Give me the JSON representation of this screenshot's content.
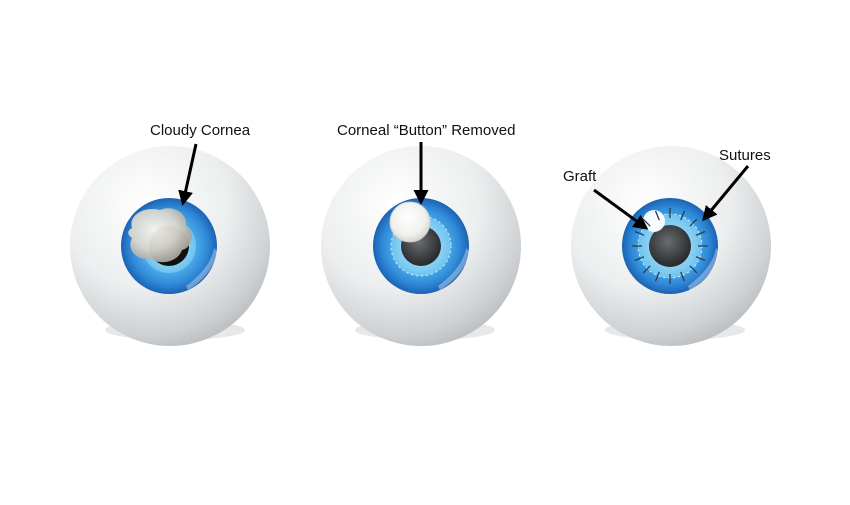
{
  "labels": {
    "cloudy_cornea": "Cloudy Cornea",
    "button_removed": "Corneal “Button” Removed",
    "graft": "Graft",
    "sutures": "Sutures"
  },
  "colors": {
    "iris_outer": "#1f73c4",
    "iris_mid": "#3c9ae6",
    "iris_inner": "#8fd2f3",
    "pupil": "#3a3b3d",
    "sclera_light": "#ffffff",
    "sclera_dark": "#b9bcbf",
    "arrow": "#000000",
    "suture": "#2a3b4c"
  },
  "eyes": [
    {
      "name": "eye-cloudy-cornea",
      "state": "cloudy"
    },
    {
      "name": "eye-button-removed",
      "state": "removed"
    },
    {
      "name": "eye-graft",
      "state": "graft-with-sutures"
    }
  ]
}
